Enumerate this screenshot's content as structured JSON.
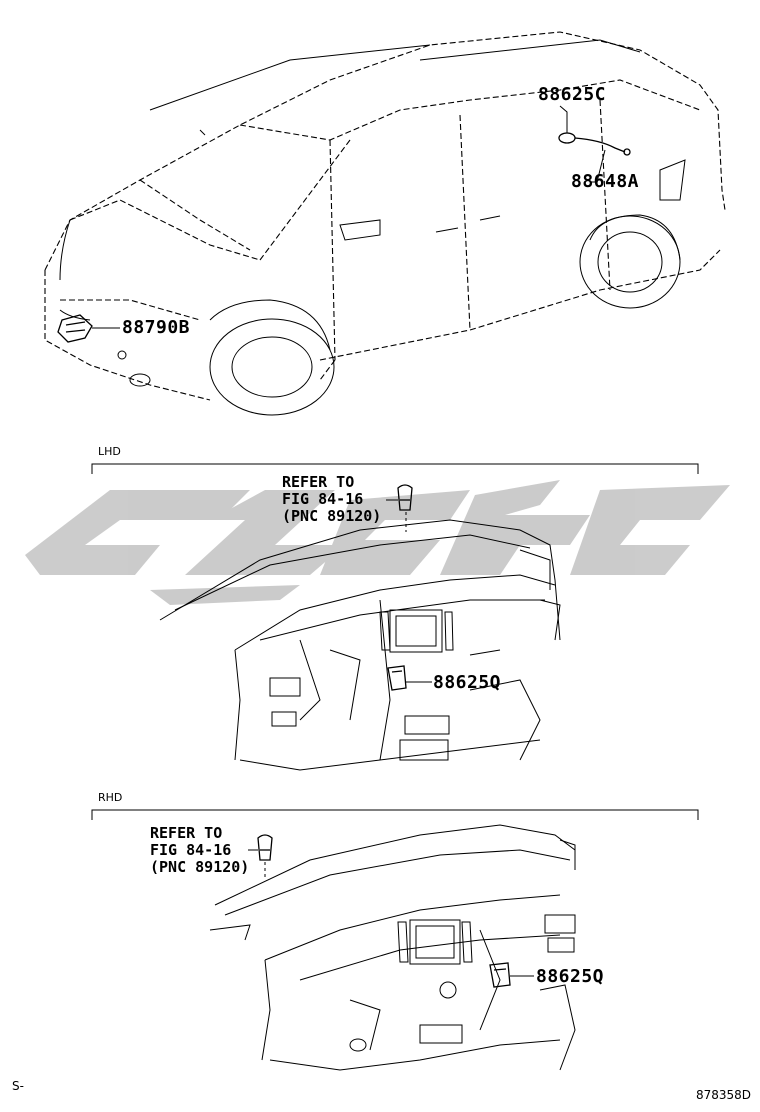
{
  "diagram": {
    "vehicle_labels": {
      "roof_part": "88625C",
      "rear_part": "88648A",
      "front_part": "88790B"
    },
    "lhd": {
      "section_label": "LHD",
      "refer_text": "REFER TO\nFIG 84-16\n(PNC 89120)",
      "part": "88625Q"
    },
    "rhd": {
      "section_label": "RHD",
      "refer_text": "REFER TO\nFIG 84-16\n(PNC 89120)",
      "part": "88625Q"
    },
    "footer": {
      "left_code": "S-",
      "drawing_number": "878358D"
    },
    "colors": {
      "line": "#000000",
      "watermark": "#c8c8c8"
    }
  }
}
